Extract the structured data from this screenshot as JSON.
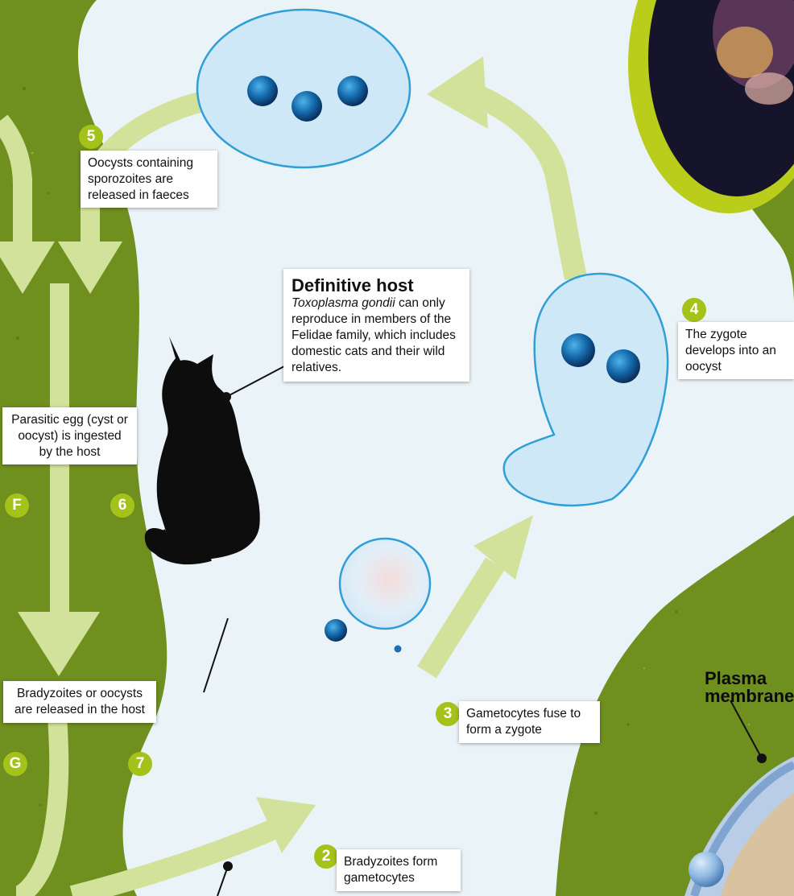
{
  "colors": {
    "background_green": "#6f8f1e",
    "cell_fill": "#eaf3f7",
    "cell_border": "#b2cc1e",
    "arrow": "#d3e29a",
    "badge": "#a5c21a",
    "oocyst_fill": "#cfe8f7",
    "oocyst_border": "#2f9fd6",
    "sporozoite": "#0f4f8e"
  },
  "steps": [
    {
      "number": "2",
      "text": "Bradyzoites form gametocytes"
    },
    {
      "number": "3",
      "text": "Gametocytes fuse to form a zygote"
    },
    {
      "number": "4",
      "text": "The zygote develops into an oocyst"
    },
    {
      "number": "5",
      "text": "Oocysts containing sporozoites are released in faeces"
    },
    {
      "number": "6",
      "letter": "F",
      "text": "Parasitic egg (cyst or oocyst) is ingested by the host"
    },
    {
      "number": "7",
      "letter": "G",
      "text": "Bradyzoites or oocysts are released in the host"
    }
  ],
  "definitive_host": {
    "title": "Definitive host",
    "species": "Toxoplasma gondii",
    "text": "can only reproduce in members of the Felidae family, which includes domestic cats and their wild relatives.",
    "icon": "cat-silhouette-icon"
  },
  "plasma_membrane": {
    "label": "Plasma membrane"
  }
}
